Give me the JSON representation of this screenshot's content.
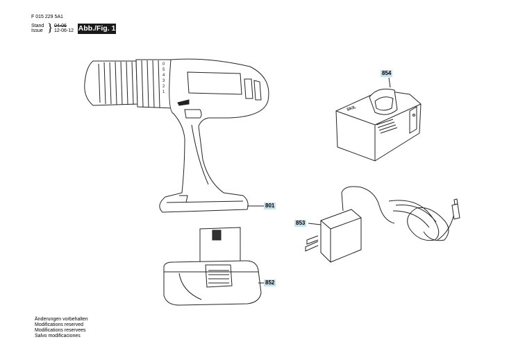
{
  "header": {
    "doc_number": "F 015 229 5A1",
    "stand_label": "Stand",
    "issue_label": "Issue",
    "old_date": "04-06",
    "new_date": "12-06-12",
    "figure_tag": "Abb./Fig. 1"
  },
  "parts": {
    "charger": "854",
    "drill": "801",
    "adapter": "853",
    "battery": "852"
  },
  "charger_logo": "SKIL",
  "chuck_numbers": [
    "1",
    "2",
    "3",
    "4",
    "5",
    "0"
  ],
  "footer": {
    "lines": [
      "Änderungen vorbehalten",
      "Modifications reserved",
      "Modifications reservees",
      "Salvo modificaciones"
    ]
  }
}
